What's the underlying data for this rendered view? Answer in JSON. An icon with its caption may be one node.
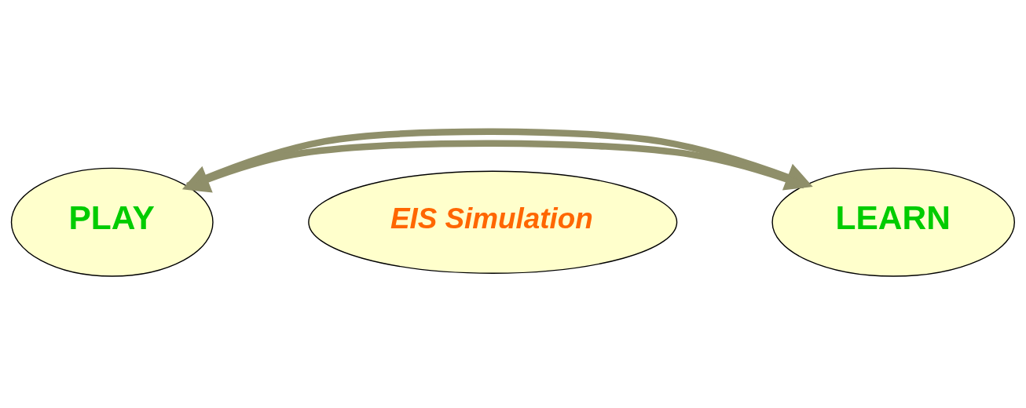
{
  "diagram": {
    "nodes": [
      {
        "text": [
          "PLAY"
        ]
      },
      {
        "text": [
          "EIS Simulation"
        ]
      },
      {
        "text": [
          "LEARN"
        ]
      }
    ],
    "edges": [
      {
        "from": 2,
        "to": 0,
        "arrow": "to"
      },
      {
        "from": 0,
        "to": 2,
        "arrow": "to"
      }
    ]
  }
}
